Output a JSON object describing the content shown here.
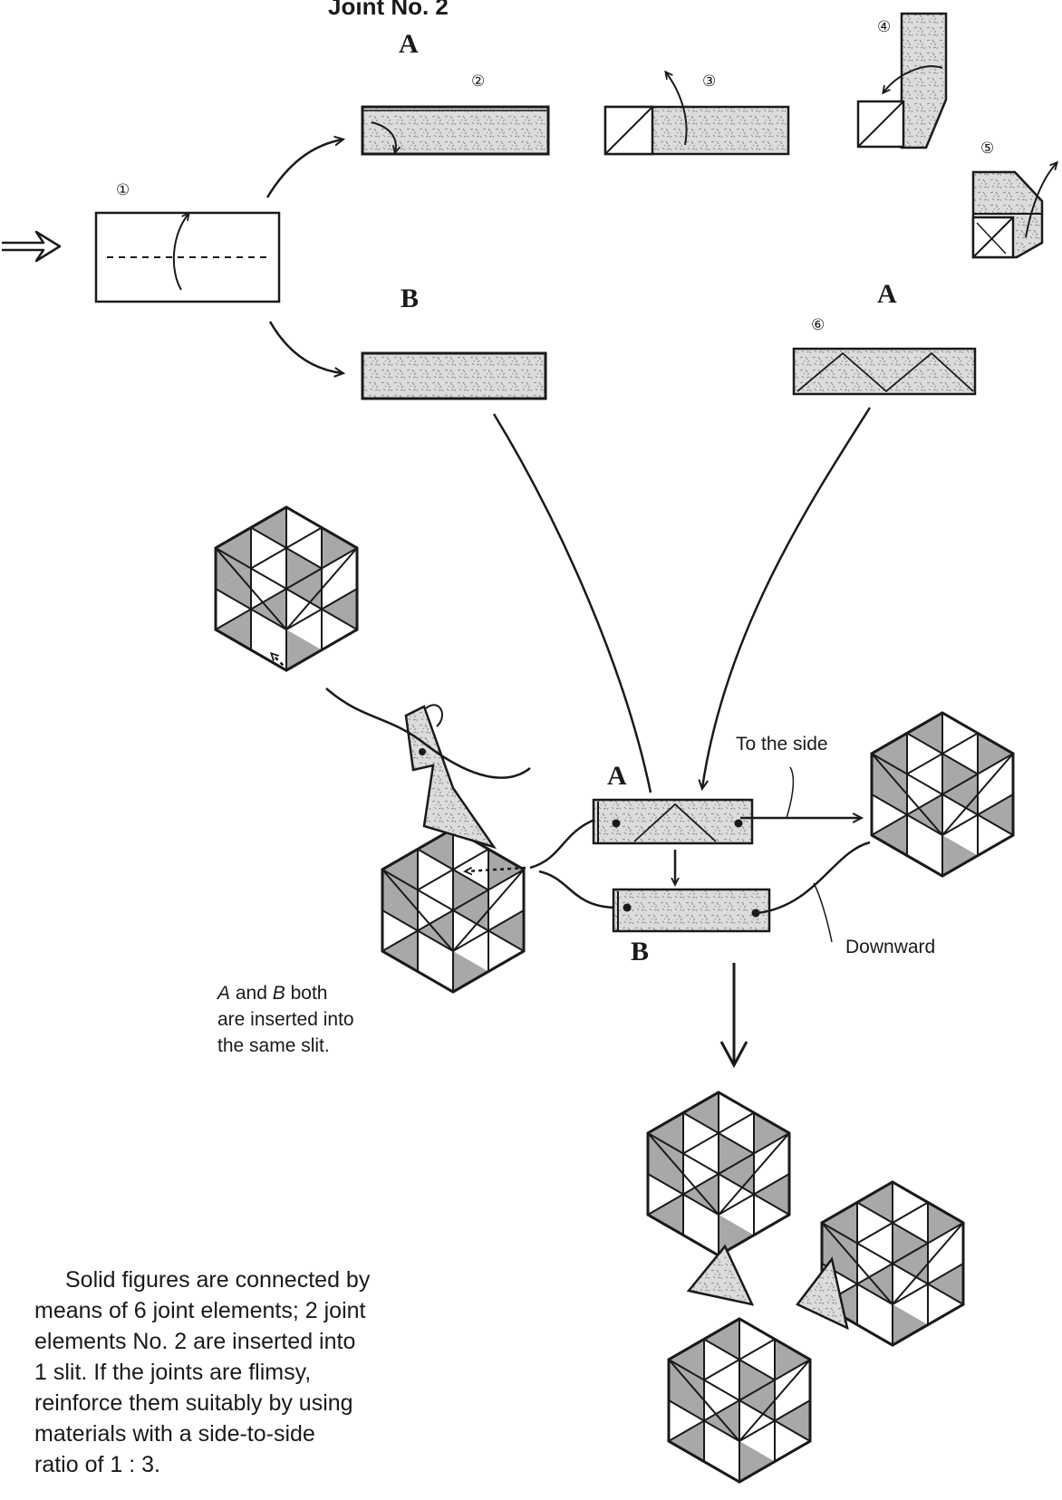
{
  "header": {
    "title": "Joint No. 2"
  },
  "steps": {
    "s1": "①",
    "s2": "②",
    "s3": "③",
    "s4": "④",
    "s5": "⑤",
    "s6": "⑥"
  },
  "branch_labels": {
    "a_top": "A",
    "b_top": "B",
    "a_right": "A",
    "a_assembly": "A",
    "b_assembly": "B"
  },
  "annotations": {
    "to_the_side": "To the side",
    "downward": "Downward"
  },
  "note": {
    "a": "A",
    "and": " and ",
    "b": "B",
    "rest1": " both",
    "line2": "are inserted into",
    "line3": "the same slit."
  },
  "caption": {
    "line1": "Solid figures are connected by",
    "line2": "means of 6 joint elements; 2 joint",
    "line3": "elements No. 2 are inserted into",
    "line4": "1 slit. If the joints are flimsy,",
    "line5": "reinforce them suitably by using",
    "line6": "materials with a side-to-side",
    "line7": "ratio of 1 : 3."
  },
  "colors": {
    "ink": "#1a1a1a",
    "paper_shade": "#d9d9d9",
    "facet_gray": "#a8a8a8",
    "background": "#ffffff"
  },
  "icons": [
    "hollow-arrow-icon",
    "fold-arrow-icon",
    "cube-icon"
  ]
}
